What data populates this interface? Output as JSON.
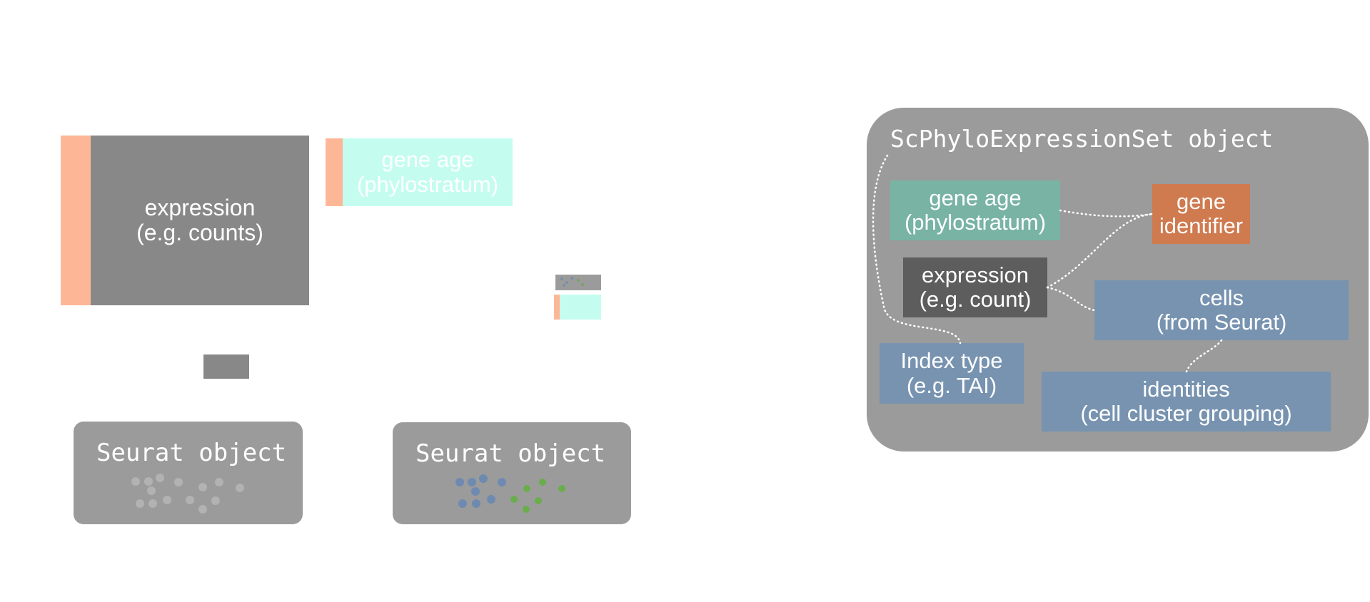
{
  "left": {
    "expression": "expression\n(e.g. counts)",
    "gene_age": "gene age\n(phylostratum)",
    "seurat_gray": "Seurat object",
    "seurat_colored": "Seurat object"
  },
  "object": {
    "title": "ScPhyloExpressionSet object",
    "gene_age": "gene age\n(phylostratum)",
    "gene_identifier": "gene\nidentifier",
    "expression": "expression\n(e.g. count)",
    "cells": "cells\n(from Seurat)",
    "index_type": "Index type\n(e.g. TAI)",
    "identities": "identities\n(cell cluster grouping)"
  },
  "colors": {
    "salmon": "#fdb797",
    "mint": "#c4fdef",
    "dark_gray": "#888888",
    "panel_gray": "#9b9b9b",
    "teal": "#78b3a3",
    "orange": "#cf7a4f",
    "charcoal": "#5d5d5d",
    "steel_blue": "#7793b0",
    "dot_blue": "#6e8ab0",
    "dot_green": "#6aae4c"
  }
}
